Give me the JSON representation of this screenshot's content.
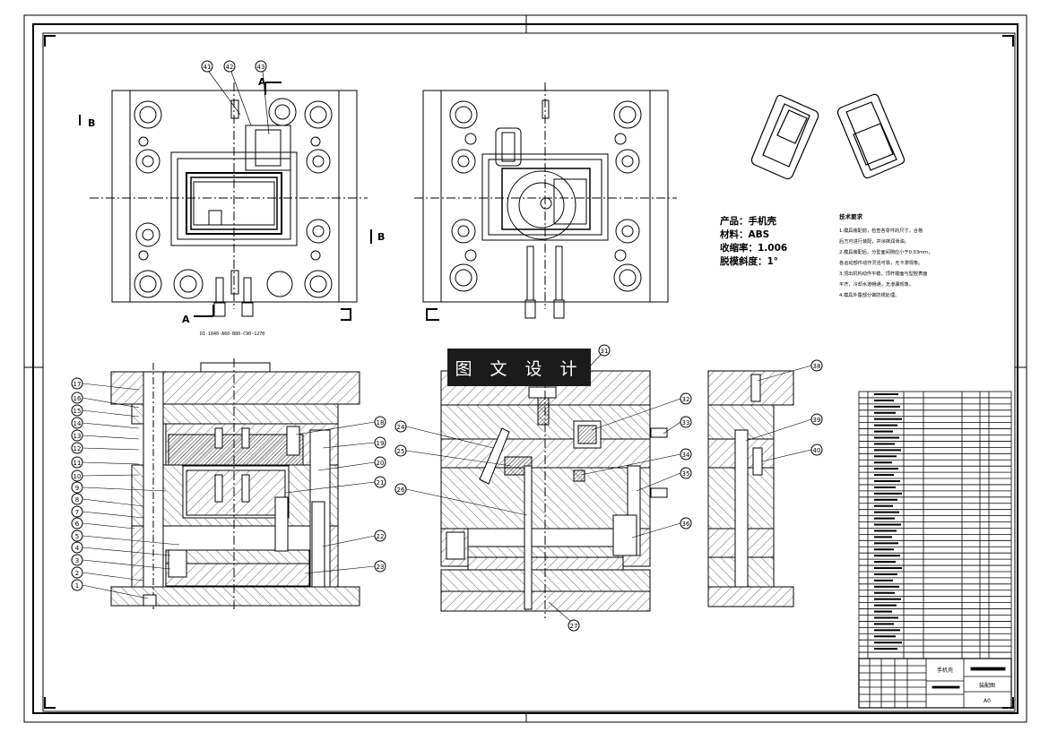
{
  "product_info": {
    "product": "产品：手机壳",
    "material": "材料：ABS",
    "shrinkage": "收缩率：1.006",
    "draft": "脱模斜度：1°"
  },
  "watermark": "图 文 设 计",
  "section_labels": {
    "a_top": "A",
    "a_bottom": "A",
    "b_left": "B",
    "b_right": "B"
  },
  "mold_base_note": "DI-1840-A60-B80-C90-1270",
  "tech_requirements": {
    "title": "技术要求",
    "lines": [
      "1.模具装配前，检查各零件的尺寸，合格",
      "后方可进行装配，并涂抹润滑油。",
      "2.模具装配后，分型面间隙应小于0.03mm，",
      "各运动部件动作灵活可靠，无卡滞现象。",
      "3.顶出机构动作平稳，顶杆端面与型腔表面",
      "平齐，冷却水道畅通，无渗漏现象。",
      "4.模具外露部分做防锈处理。"
    ]
  },
  "callouts": {
    "left_side": [
      "17",
      "16",
      "15",
      "14",
      "13",
      "12",
      "11",
      "10",
      "9",
      "8",
      "7",
      "6",
      "5",
      "4",
      "3",
      "2",
      "1"
    ],
    "top_plan": [
      "41",
      "42",
      "43"
    ],
    "right_section_left": [
      "18",
      "19",
      "20",
      "21",
      "22",
      "23"
    ],
    "center_section": [
      "24",
      "25",
      "26",
      "27",
      "31",
      "32",
      "33",
      "34",
      "35",
      "36"
    ],
    "right_partial": [
      "38",
      "39",
      "40"
    ]
  },
  "title_block": {
    "name": "手机壳",
    "drawing_title": "装配图",
    "scale": "A0"
  },
  "colors": {
    "line": "#000000",
    "paper": "#ffffff",
    "watermark_bg": "#1b1b1b"
  }
}
